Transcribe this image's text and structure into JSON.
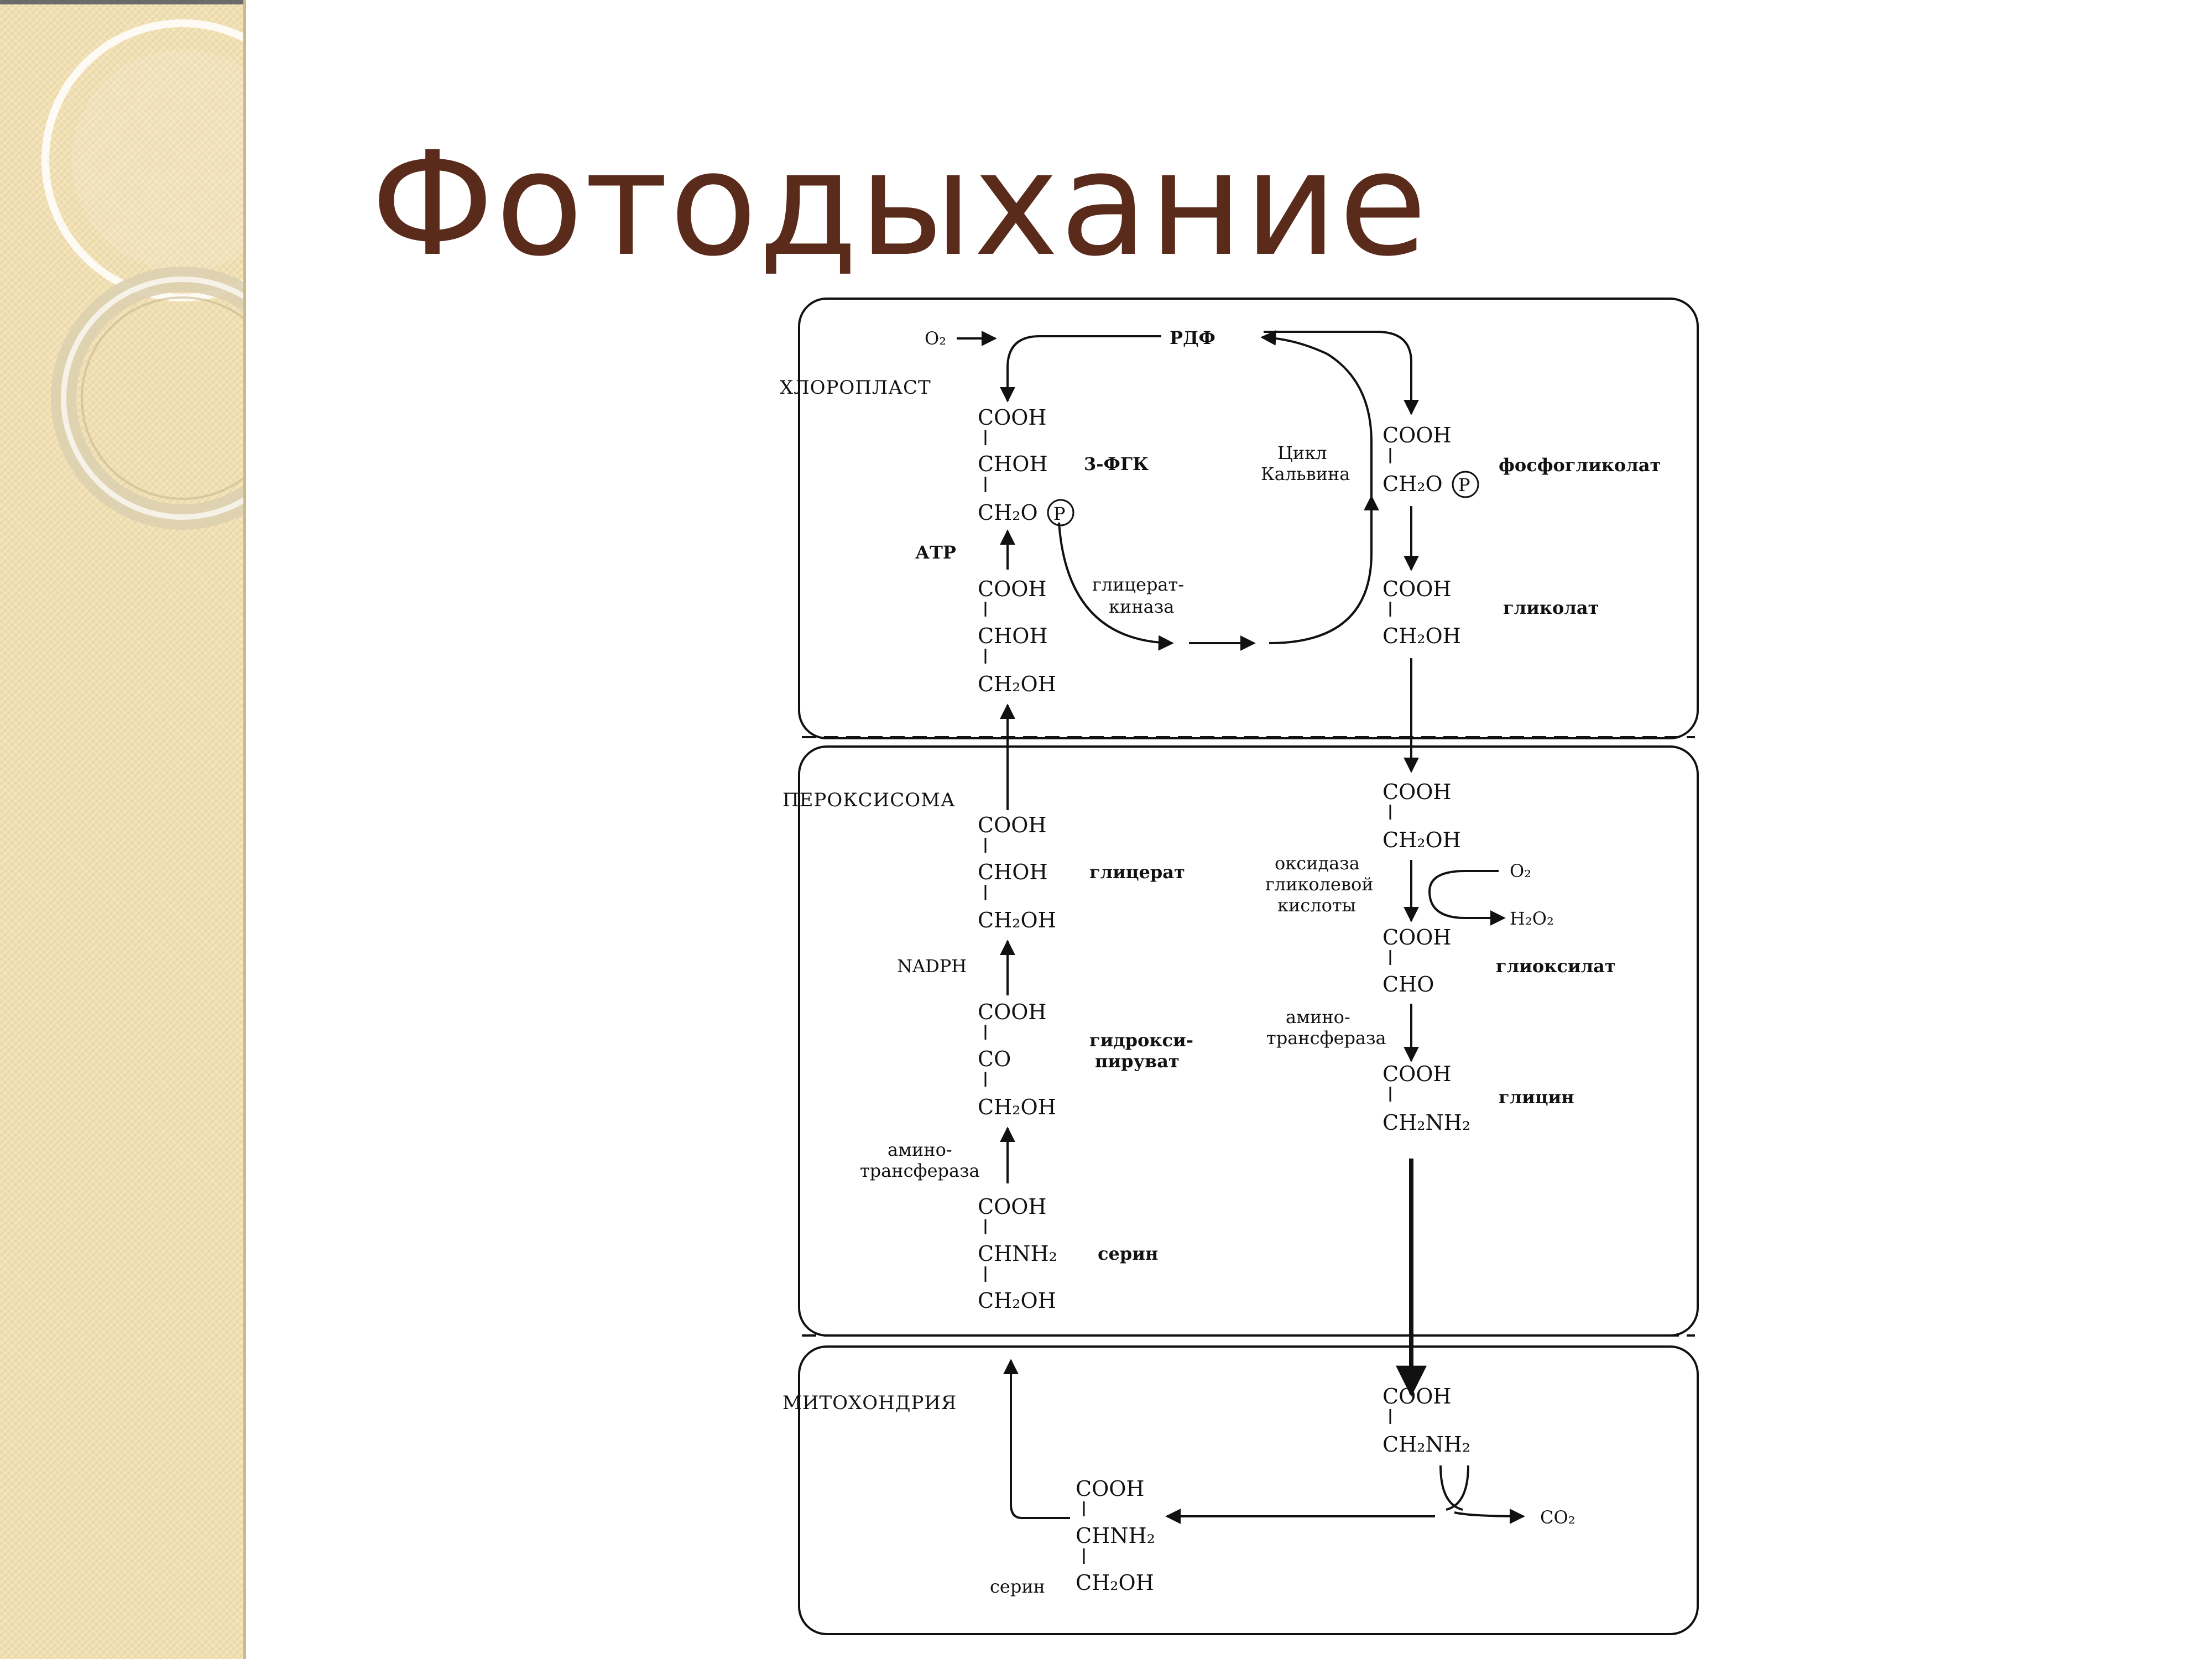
{
  "title": "Фотодыхание",
  "diagram": {
    "compartments": {
      "chloroplast": "ХЛОРОПЛАСТ",
      "peroxisome": "ПЕРОКСИСОМА",
      "mitochondrion": "МИТОХОНДРИЯ"
    },
    "chloroplast": {
      "rdf": "РДФ",
      "o2_in": "O₂",
      "calvin_1": "Цикл",
      "calvin_2": "Кальвина",
      "atp": "АТР",
      "pga_name": "3-ФГК",
      "enzyme_kinase_1": "глицерат-",
      "enzyme_kinase_2": "киназа",
      "pga": [
        "COOH",
        "CHOH",
        "CH₂O"
      ],
      "glycerate": [
        "COOH",
        "CHOH",
        "CH₂OH"
      ],
      "phosphoglycolate": [
        "COOH",
        "CH₂O"
      ],
      "phosphoglycolate_name": "фосфогликолат",
      "glycolate": [
        "COOH",
        "CH₂OH"
      ],
      "glycolate_name": "гликолат",
      "phosphate": "P"
    },
    "peroxisome": {
      "glycolate": [
        "COOH",
        "CH₂OH"
      ],
      "oxidase_1": "оксидаза",
      "oxidase_2": "гликолевой",
      "oxidase_3": "кислоты",
      "o2": "O₂",
      "h2o2": "H₂O₂",
      "glyoxylate": [
        "COOH",
        "CHO"
      ],
      "glyoxylate_name": "глиоксилат",
      "aminotransferase_1": "амино-",
      "aminotransferase_2": "трансфераза",
      "glycine": [
        "COOH",
        "CH₂NH₂"
      ],
      "glycine_name": "глицин",
      "glycerate": [
        "COOH",
        "CHOH",
        "CH₂OH"
      ],
      "glycerate_name": "глицерат",
      "nadph": "NADPH",
      "hydroxypyruvate": [
        "COOH",
        "CO",
        "CH₂OH"
      ],
      "hydroxypyruvate_name_1": "гидрокси-",
      "hydroxypyruvate_name_2": "пируват",
      "aminotransferase2_1": "амино-",
      "aminotransferase2_2": "трансфераза",
      "serine": [
        "COOH",
        "CHNH₂",
        "CH₂OH"
      ],
      "serine_name": "серин"
    },
    "mitochondrion": {
      "glycine": [
        "COOH",
        "CH₂NH₂"
      ],
      "co2": "CO₂",
      "serine": [
        "COOH",
        "CHNH₂",
        "CH₂OH"
      ],
      "serine_name": "серин"
    }
  }
}
